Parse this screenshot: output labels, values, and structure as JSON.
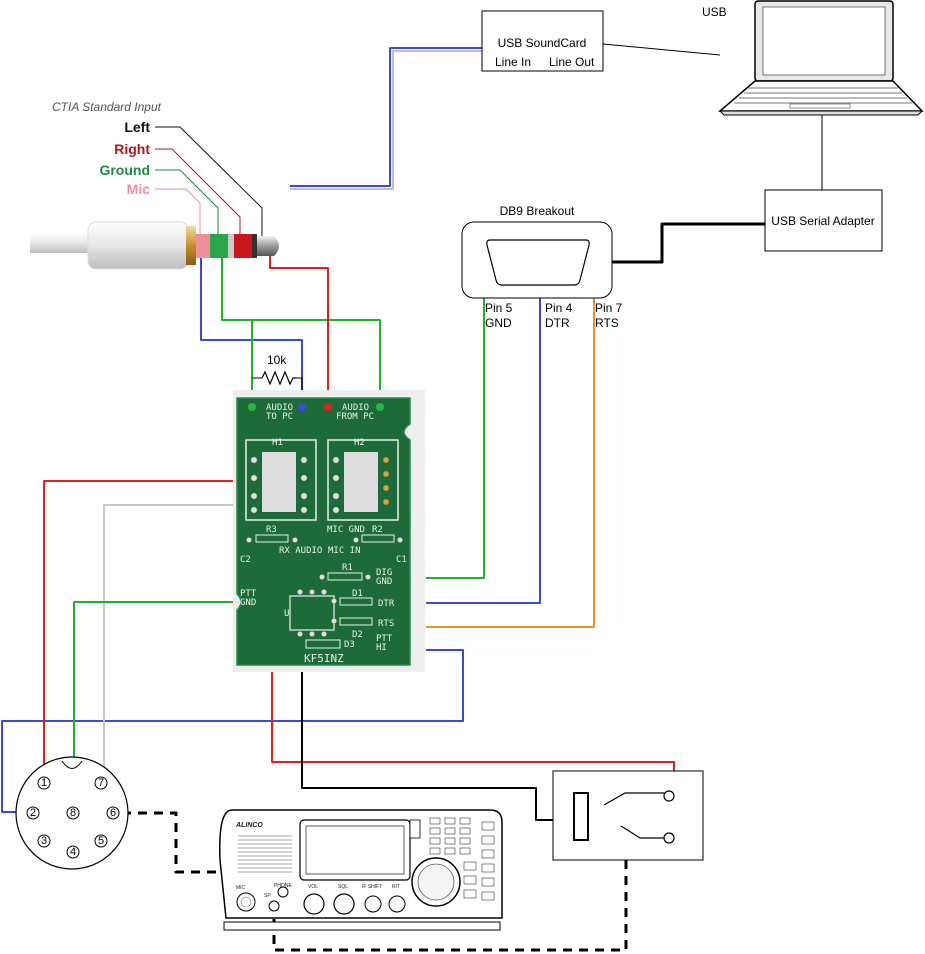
{
  "jack": {
    "title": "CTIA Standard Input",
    "left": "Left",
    "right": "Right",
    "ground": "Ground",
    "mic": "Mic"
  },
  "colors": {
    "left": "#111111",
    "right": "#b3161a",
    "ground": "#1e8c3a",
    "mic": "#ee8f9c",
    "red_wire": "#e02020",
    "green_wire": "#22b22a",
    "blue_wire": "#3a4bd8",
    "orange_wire": "#f0922a",
    "grey_wire": "#c8c8c8",
    "pcb": "#1d6b39"
  },
  "soundcard": {
    "title": "USB SoundCard",
    "line_in": "Line In",
    "line_out": "Line Out"
  },
  "laptop": {
    "label": "USB"
  },
  "serial_adapter": {
    "label": "USB Serial Adapter"
  },
  "db9": {
    "title": "DB9 Breakout",
    "pins": [
      {
        "pin": "Pin 5",
        "signal": "GND"
      },
      {
        "pin": "Pin 4",
        "signal": "DTR"
      },
      {
        "pin": "Pin 7",
        "signal": "RTS"
      }
    ]
  },
  "resistor": {
    "label": "10k"
  },
  "pcb": {
    "audio_to_pc": [
      "AUDIO",
      "TO PC"
    ],
    "audio_from_pc": [
      "AUDIO",
      "FROM PC"
    ],
    "h1": "H1",
    "h2": "H2",
    "r3": "R3",
    "r2": "R2",
    "r1": "R1",
    "mic_gnd": "MIC GND",
    "rx_audio": "RX AUDIO",
    "mic_in": "MIC IN",
    "c1": "C1",
    "c2": "C2",
    "dig_gnd": [
      "DIG",
      "GND"
    ],
    "d1": "D1",
    "dtr": "DTR",
    "rts": "RTS",
    "d2": "D2",
    "d3": "D3",
    "ptt_gnd": [
      "PTT",
      "GND"
    ],
    "ptt_hi": [
      "PTT",
      "HI"
    ],
    "u": "U",
    "callsign": "KF5INZ"
  },
  "din": {
    "pins": [
      "1",
      "7",
      "2",
      "8",
      "6",
      "3",
      "5",
      "4"
    ]
  },
  "radio": {
    "brand": "ALINCO",
    "labels": [
      "MIC",
      "PHONE",
      "VOL",
      "SQL",
      "IF SHIFT",
      "RIT",
      "SP"
    ]
  }
}
